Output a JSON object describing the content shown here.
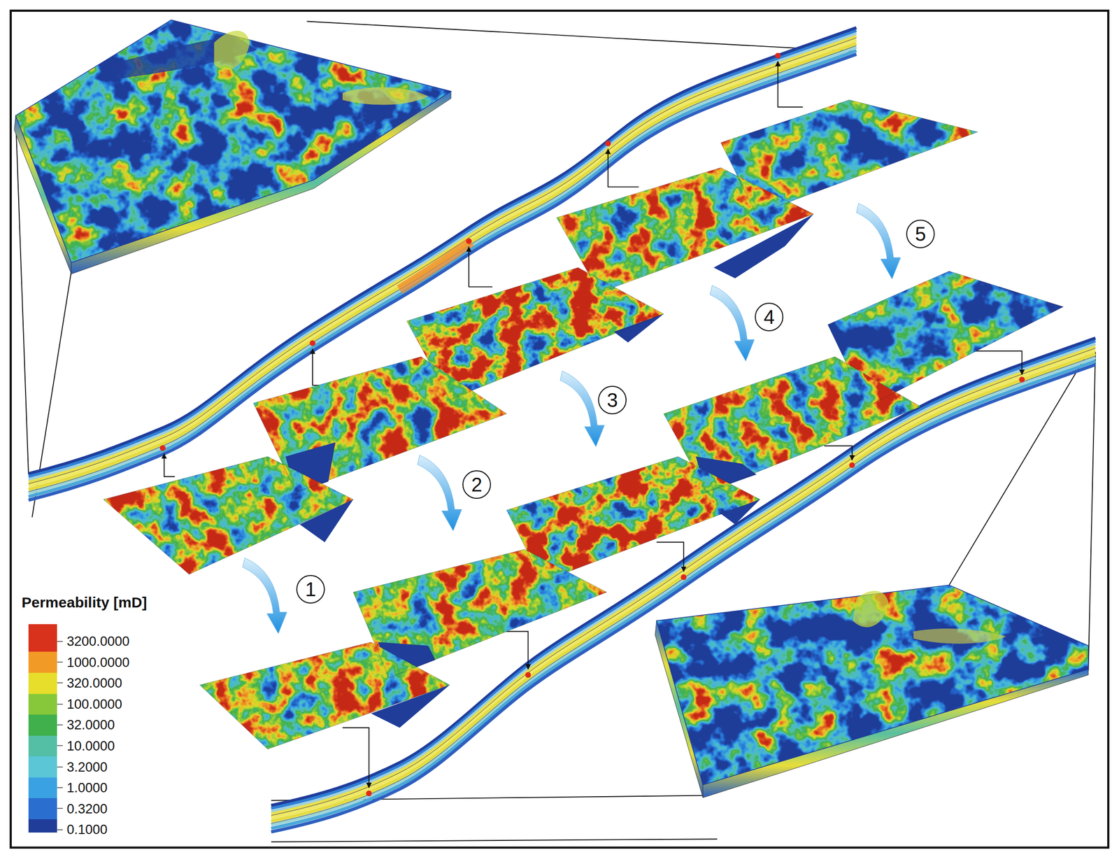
{
  "diagram": {
    "labels": [
      "Permeability [mD]",
      "1",
      "2",
      "3",
      "4",
      "5"
    ],
    "legend": [
      {
        "text": "3200.0000",
        "color": "#d8321c"
      },
      {
        "text": "1000.0000",
        "color": "#f29a26"
      },
      {
        "text": "320.0000",
        "color": "#e6de2a"
      },
      {
        "text": "100.0000",
        "color": "#86c83a"
      },
      {
        "text": "32.0000",
        "color": "#3fb04c"
      },
      {
        "text": "10.0000",
        "color": "#55bfa6"
      },
      {
        "text": "3.2000",
        "color": "#5ac6d6"
      },
      {
        "text": "1.0000",
        "color": "#3aa2e2"
      },
      {
        "text": "0.3200",
        "color": "#2a6ed0"
      },
      {
        "text": "0.1000",
        "color": "#1f3d99"
      }
    ]
  }
}
